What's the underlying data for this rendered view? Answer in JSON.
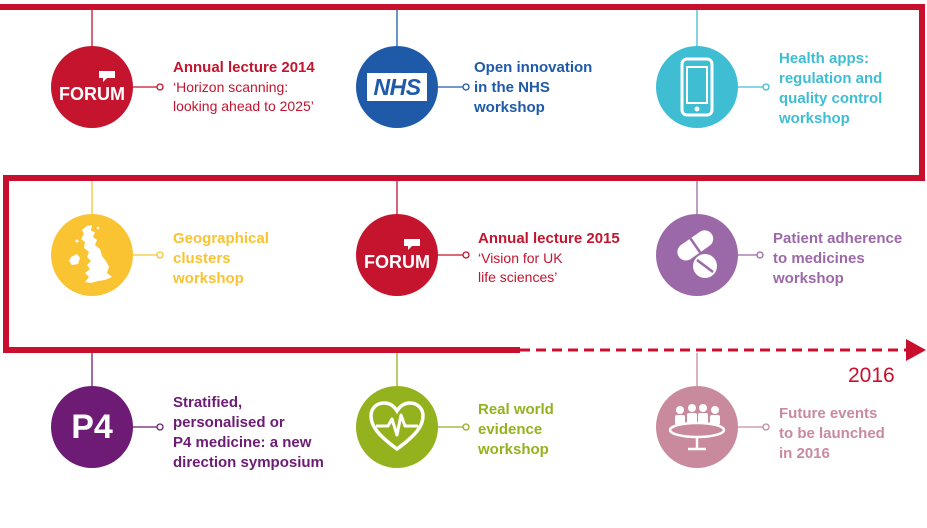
{
  "colors": {
    "timeline": "#c8102e",
    "forum": "#c4142e",
    "nhs": "#1e5aa8",
    "apps": "#3ebdd3",
    "geo": "#f9c331",
    "adherence": "#9b69a7",
    "p4": "#6d1b75",
    "rwe": "#94b21d",
    "future": "#c98a9e"
  },
  "year_label": "2016",
  "events": [
    {
      "id": "annual-lecture-2014",
      "icon": "forum-logo",
      "icon_text": "FORUM",
      "title": "Annual lecture 2014",
      "subtitle": "‘Horizon scanning:\nlooking ahead to 2025’"
    },
    {
      "id": "open-innovation",
      "icon": "nhs-logo",
      "icon_text": "NHS",
      "title": "Open innovation\nin the NHS\nworkshop",
      "subtitle": ""
    },
    {
      "id": "health-apps",
      "icon": "smartphone-icon",
      "icon_text": "",
      "title": "Health apps:\nregulation and\nquality control\nworkshop",
      "subtitle": ""
    },
    {
      "id": "geographical-clusters",
      "icon": "uk-map-icon",
      "icon_text": "",
      "title": "Geographical\nclusters\nworkshop",
      "subtitle": ""
    },
    {
      "id": "annual-lecture-2015",
      "icon": "forum-logo",
      "icon_text": "FORUM",
      "title": "Annual lecture 2015",
      "subtitle": "‘Vision for UK\nlife sciences’"
    },
    {
      "id": "patient-adherence",
      "icon": "pills-icon",
      "icon_text": "",
      "title": "Patient adherence\nto medicines\nworkshop",
      "subtitle": ""
    },
    {
      "id": "p4-medicine",
      "icon": "p4-logo",
      "icon_text": "P4",
      "title": "Stratified,\npersonalised or\nP4 medicine: a new\ndirection symposium",
      "subtitle": ""
    },
    {
      "id": "real-world-evidence",
      "icon": "heart-pulse-icon",
      "icon_text": "",
      "title": "Real world\nevidence\nworkshop",
      "subtitle": ""
    },
    {
      "id": "future-events",
      "icon": "meeting-table-icon",
      "icon_text": "",
      "title": "Future events\nto be launched\nin 2016",
      "subtitle": ""
    }
  ]
}
